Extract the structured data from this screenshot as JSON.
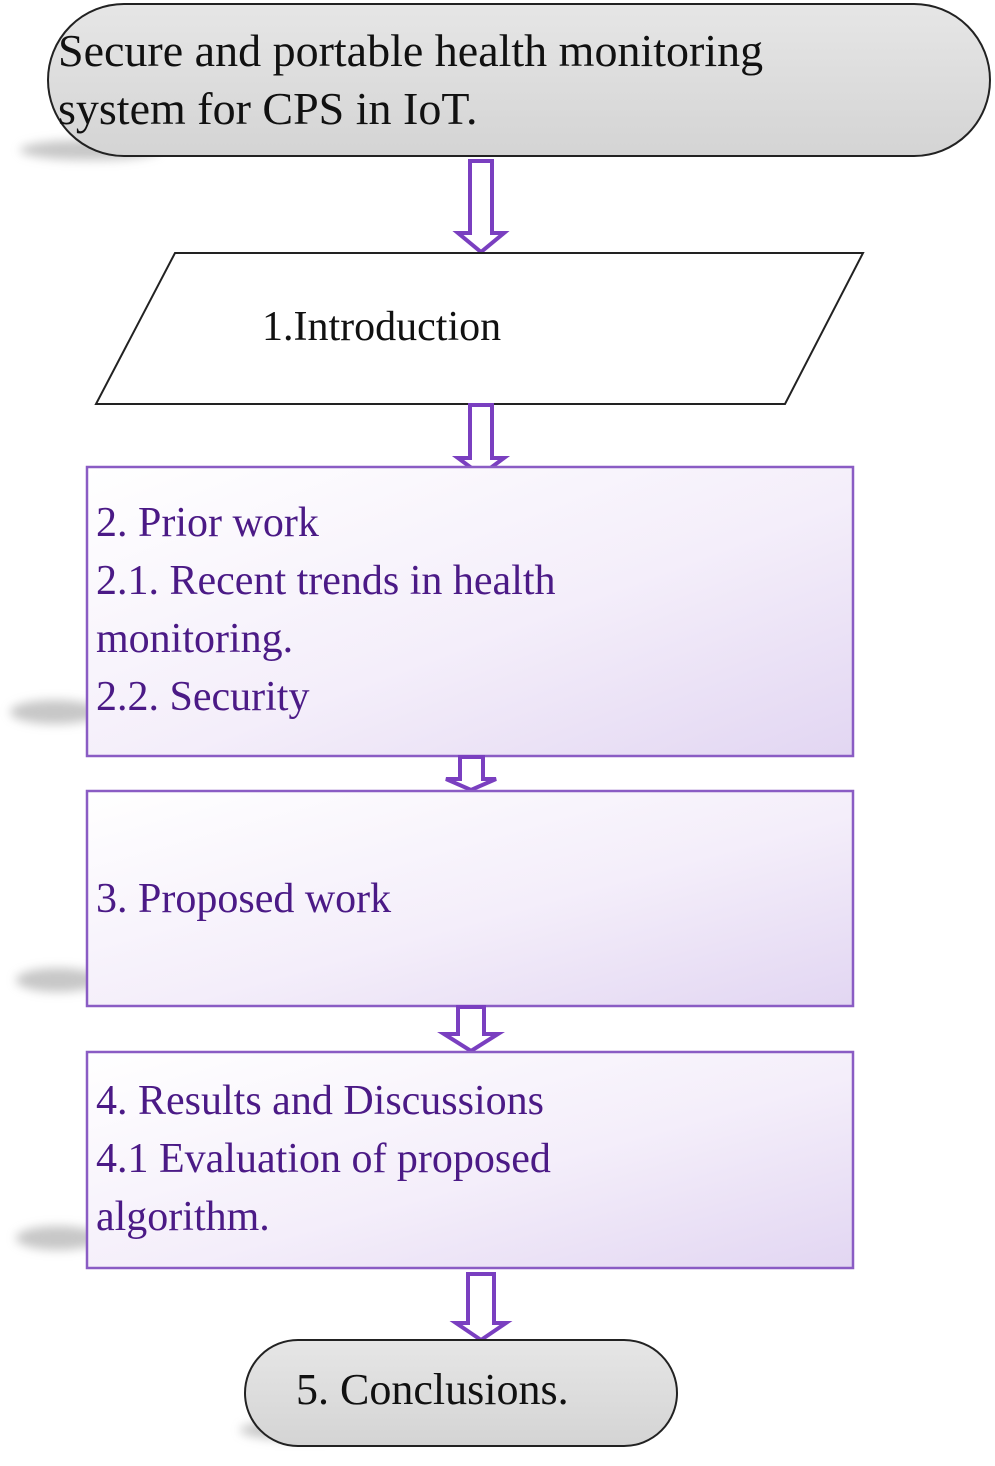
{
  "nodes": {
    "title": {
      "label": "Secure and portable health monitoring\nsystem  for CPS in IoT."
    },
    "introduction": {
      "label": "1.Introduction"
    },
    "prior_work": {
      "label": "2. Prior work\n2.1. Recent trends in health\nmonitoring.\n2.2. Security"
    },
    "proposed_work": {
      "label": "3. Proposed work"
    },
    "results": {
      "label": "4. Results and Discussions\n4.1 Evaluation of proposed\nalgorithm."
    },
    "conclusions": {
      "label": "5. Conclusions."
    }
  },
  "colors": {
    "terminal_fill": "#dcdcdc",
    "box_border": "#8a5cc4",
    "box_fill_light": "#ffffff",
    "box_fill_dark": "#e2d6f2",
    "arrow": "#7a3fc0",
    "text_purple": "#4b1a86",
    "text_dark": "#111111"
  }
}
